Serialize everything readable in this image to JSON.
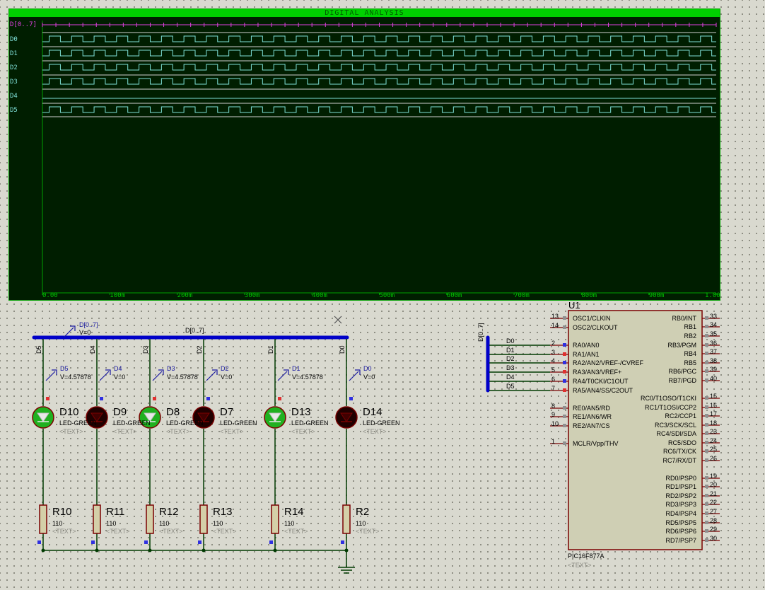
{
  "scope": {
    "title": "DIGITAL ANALYSIS",
    "traces": [
      "D[0..7]",
      "D0",
      "D1",
      "D2",
      "D3",
      "D4",
      "D5"
    ],
    "axis_ticks": [
      "0.00",
      "100m",
      "200m",
      "300m",
      "400m",
      "500m",
      "600m",
      "700m",
      "800m",
      "900m",
      "1.00"
    ]
  },
  "colors": {
    "scope_bg": "#001e00",
    "scope_border": "#00a000",
    "trace": "#7fe0d8",
    "bus_trace": "#e040e0",
    "wire": "#003a00",
    "bus": "#0000c8",
    "component_outline": "#7a0000",
    "led_on": "#20b020",
    "led_off": "#200000",
    "chip_fill": "#cfcfb4"
  },
  "circuit": {
    "bus_label": "D[0..7]",
    "bus_probe": {
      "label": "D[0..7]",
      "value": "V=0"
    },
    "net_labels": [
      "D5",
      "D4",
      "D3",
      "D2",
      "D1",
      "D0"
    ],
    "probes": [
      {
        "label": "D5",
        "value": "V=4.57878"
      },
      {
        "label": "D4",
        "value": "V=0"
      },
      {
        "label": "D3",
        "value": "V=4.57878"
      },
      {
        "label": "D2",
        "value": "V=0"
      },
      {
        "label": "D1",
        "value": "V=4.57878"
      },
      {
        "label": "D0",
        "value": "V=0"
      }
    ],
    "leds": [
      {
        "ref": "D10",
        "type": "LED-GREEN",
        "text": "<TEXT>",
        "on": true
      },
      {
        "ref": "D9",
        "type": "LED-GREEN",
        "text": "<TEXT>",
        "on": false
      },
      {
        "ref": "D8",
        "type": "LED-GREEN",
        "text": "<TEXT>",
        "on": true
      },
      {
        "ref": "D7",
        "type": "LED-GREEN",
        "text": "<TEXT>",
        "on": false
      },
      {
        "ref": "D13",
        "type": "LED-GREEN",
        "text": "<TEXT>",
        "on": true
      },
      {
        "ref": "D14",
        "type": "LED-GREEN",
        "text": "<TEXT>",
        "on": false
      }
    ],
    "resistors": [
      {
        "ref": "R10",
        "value": "110",
        "text": "<TEXT>"
      },
      {
        "ref": "R11",
        "value": "110",
        "text": "<TEXT>"
      },
      {
        "ref": "R12",
        "value": "110",
        "text": "<TEXT>"
      },
      {
        "ref": "R13",
        "value": "110",
        "text": "<TEXT>"
      },
      {
        "ref": "R14",
        "value": "110",
        "text": "<TEXT>"
      },
      {
        "ref": "R2",
        "value": "110",
        "text": "<TEXT>"
      }
    ]
  },
  "mcu": {
    "ref": "U1",
    "part": "PIC16F877A",
    "text": "<TEXT>",
    "bus_label": "D[0..7]",
    "bus_wires": [
      "D0",
      "D1",
      "D2",
      "D3",
      "D4",
      "D5"
    ],
    "left_pins": [
      {
        "num": "13",
        "name": "OSC1/CLKIN"
      },
      {
        "num": "14",
        "name": "OSC2/CLKOUT"
      },
      {
        "num": "2",
        "name": "RA0/AN0"
      },
      {
        "num": "3",
        "name": "RA1/AN1"
      },
      {
        "num": "4",
        "name": "RA2/AN2/VREF-/CVREF"
      },
      {
        "num": "5",
        "name": "RA3/AN3/VREF+"
      },
      {
        "num": "6",
        "name": "RA4/T0CKI/C1OUT"
      },
      {
        "num": "7",
        "name": "RA5/AN4/SS/C2OUT"
      },
      {
        "num": "8",
        "name": "RE0/AN5/RD"
      },
      {
        "num": "9",
        "name": "RE1/AN6/WR"
      },
      {
        "num": "10",
        "name": "RE2/AN7/CS"
      },
      {
        "num": "1",
        "name": "MCLR/Vpp/THV"
      }
    ],
    "right_pins": [
      {
        "num": "33",
        "name": "RB0/INT"
      },
      {
        "num": "34",
        "name": "RB1"
      },
      {
        "num": "35",
        "name": "RB2"
      },
      {
        "num": "36",
        "name": "RB3/PGM"
      },
      {
        "num": "37",
        "name": "RB4"
      },
      {
        "num": "38",
        "name": "RB5"
      },
      {
        "num": "39",
        "name": "RB6/PGC"
      },
      {
        "num": "40",
        "name": "RB7/PGD"
      },
      {
        "num": "15",
        "name": "RC0/T1OSO/T1CKI"
      },
      {
        "num": "16",
        "name": "RC1/T1OSI/CCP2"
      },
      {
        "num": "17",
        "name": "RC2/CCP1"
      },
      {
        "num": "18",
        "name": "RC3/SCK/SCL"
      },
      {
        "num": "23",
        "name": "RC4/SDI/SDA"
      },
      {
        "num": "24",
        "name": "RC5/SDO"
      },
      {
        "num": "25",
        "name": "RC6/TX/CK"
      },
      {
        "num": "26",
        "name": "RC7/RX/DT"
      },
      {
        "num": "19",
        "name": "RD0/PSP0"
      },
      {
        "num": "20",
        "name": "RD1/PSP1"
      },
      {
        "num": "21",
        "name": "RD2/PSP2"
      },
      {
        "num": "22",
        "name": "RD3/PSP3"
      },
      {
        "num": "27",
        "name": "RD4/PSP4"
      },
      {
        "num": "28",
        "name": "RD5/PSP5"
      },
      {
        "num": "29",
        "name": "RD6/PSP6"
      },
      {
        "num": "30",
        "name": "RD7/PSP7"
      }
    ]
  }
}
